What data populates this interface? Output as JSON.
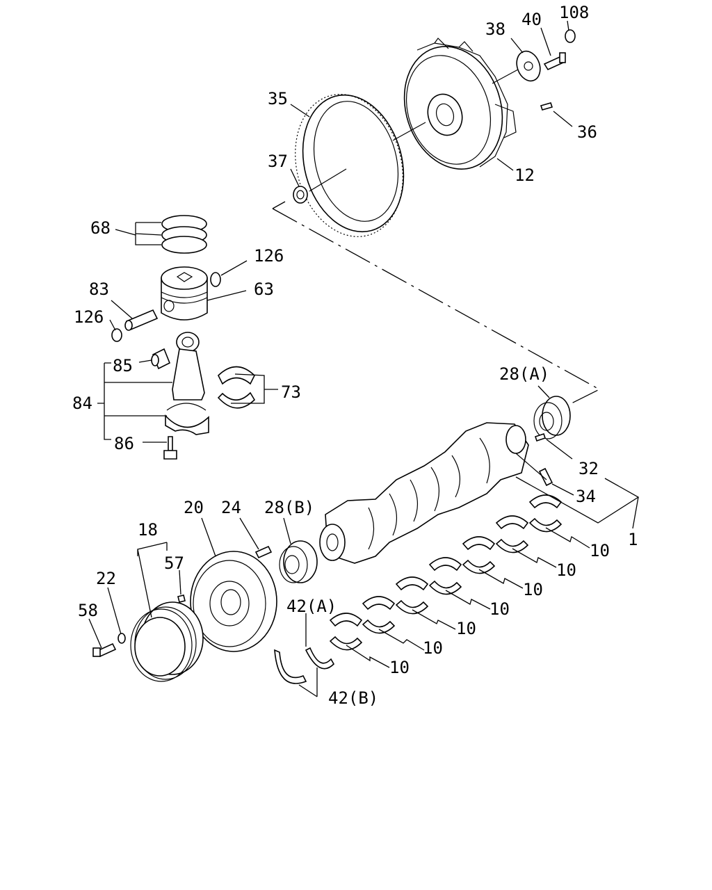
{
  "callouts": {
    "p108": "108",
    "p38": "38",
    "p40": "40",
    "p35": "35",
    "p36": "36",
    "p37": "37",
    "p12": "12",
    "p68": "68",
    "p126a": "126",
    "p63": "63",
    "p83": "83",
    "p126b": "126",
    "p85": "85",
    "p73": "73",
    "p84": "84",
    "p86": "86",
    "p28a": "28(A)",
    "p32": "32",
    "p34": "34",
    "p1": "1",
    "p20": "20",
    "p24": "24",
    "p28b": "28(B)",
    "p18": "18",
    "p57": "57",
    "p22": "22",
    "p58": "58",
    "p10a": "10",
    "p10b": "10",
    "p10c": "10",
    "p10d": "10",
    "p10e": "10",
    "p10f": "10",
    "p10g": "10",
    "p42a": "42(A)",
    "p42b": "42(B)"
  },
  "colors": {
    "line": "#000000",
    "background": "#ffffff"
  }
}
